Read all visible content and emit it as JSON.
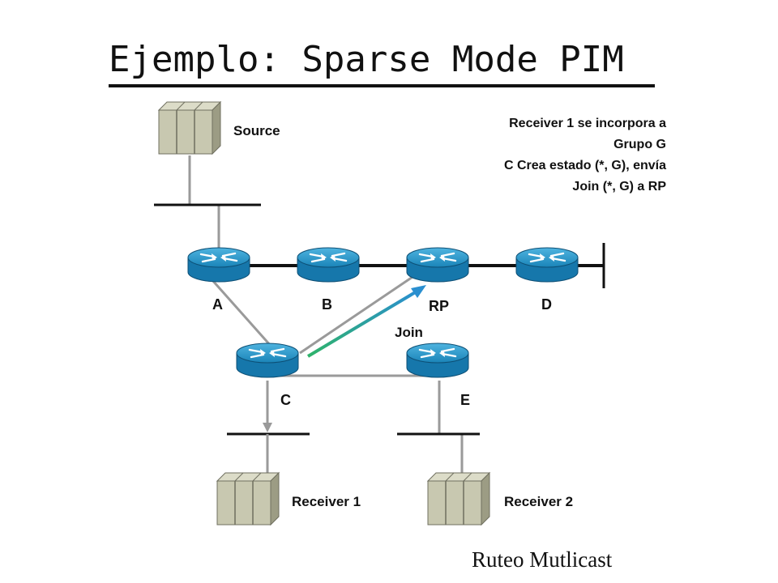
{
  "title": "Ejemplo: Sparse Mode PIM",
  "footer": "Ruteo Mutlicast",
  "annotation": {
    "lines": [
      "Receiver 1 se incorpora a",
      "Grupo G",
      "C Crea estado (*, G), envía",
      "Join (*, G) a RP"
    ]
  },
  "hosts": {
    "source": "Source",
    "receiver1": "Receiver 1",
    "receiver2": "Receiver 2"
  },
  "routers": {
    "a": "A",
    "b": "B",
    "rp": "RP",
    "d": "D",
    "c": "C",
    "e": "E"
  },
  "join_label": "Join",
  "colors": {
    "router_fill": "#1f8fc0",
    "host_fill": "#c8c8b0",
    "link": "#9a9a9a",
    "join_arrow": "#2a9d6e"
  }
}
